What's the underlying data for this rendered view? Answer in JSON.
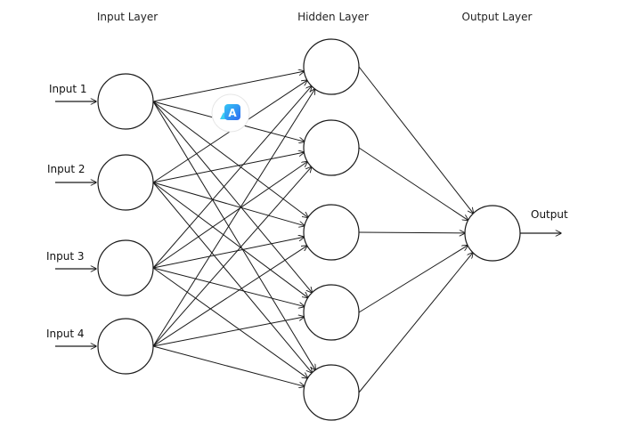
{
  "diagram": {
    "layers": {
      "input": {
        "title": "Input Layer",
        "node_count": 4
      },
      "hidden": {
        "title": "Hidden Layer",
        "node_count": 5
      },
      "output": {
        "title": "Output Layer",
        "node_count": 1
      }
    },
    "inputs": [
      "Input 1",
      "Input 2",
      "Input 3",
      "Input 4"
    ],
    "output_label": "Output",
    "connectivity": "fully-connected",
    "colors": {
      "stroke": "#1a1a1a",
      "node_fill": "#ffffff",
      "badge_gradient_start": "#34c6f4",
      "badge_gradient_end": "#2f6bf2"
    },
    "badge": {
      "icon": "app-logo-icon",
      "text": "A"
    }
  }
}
